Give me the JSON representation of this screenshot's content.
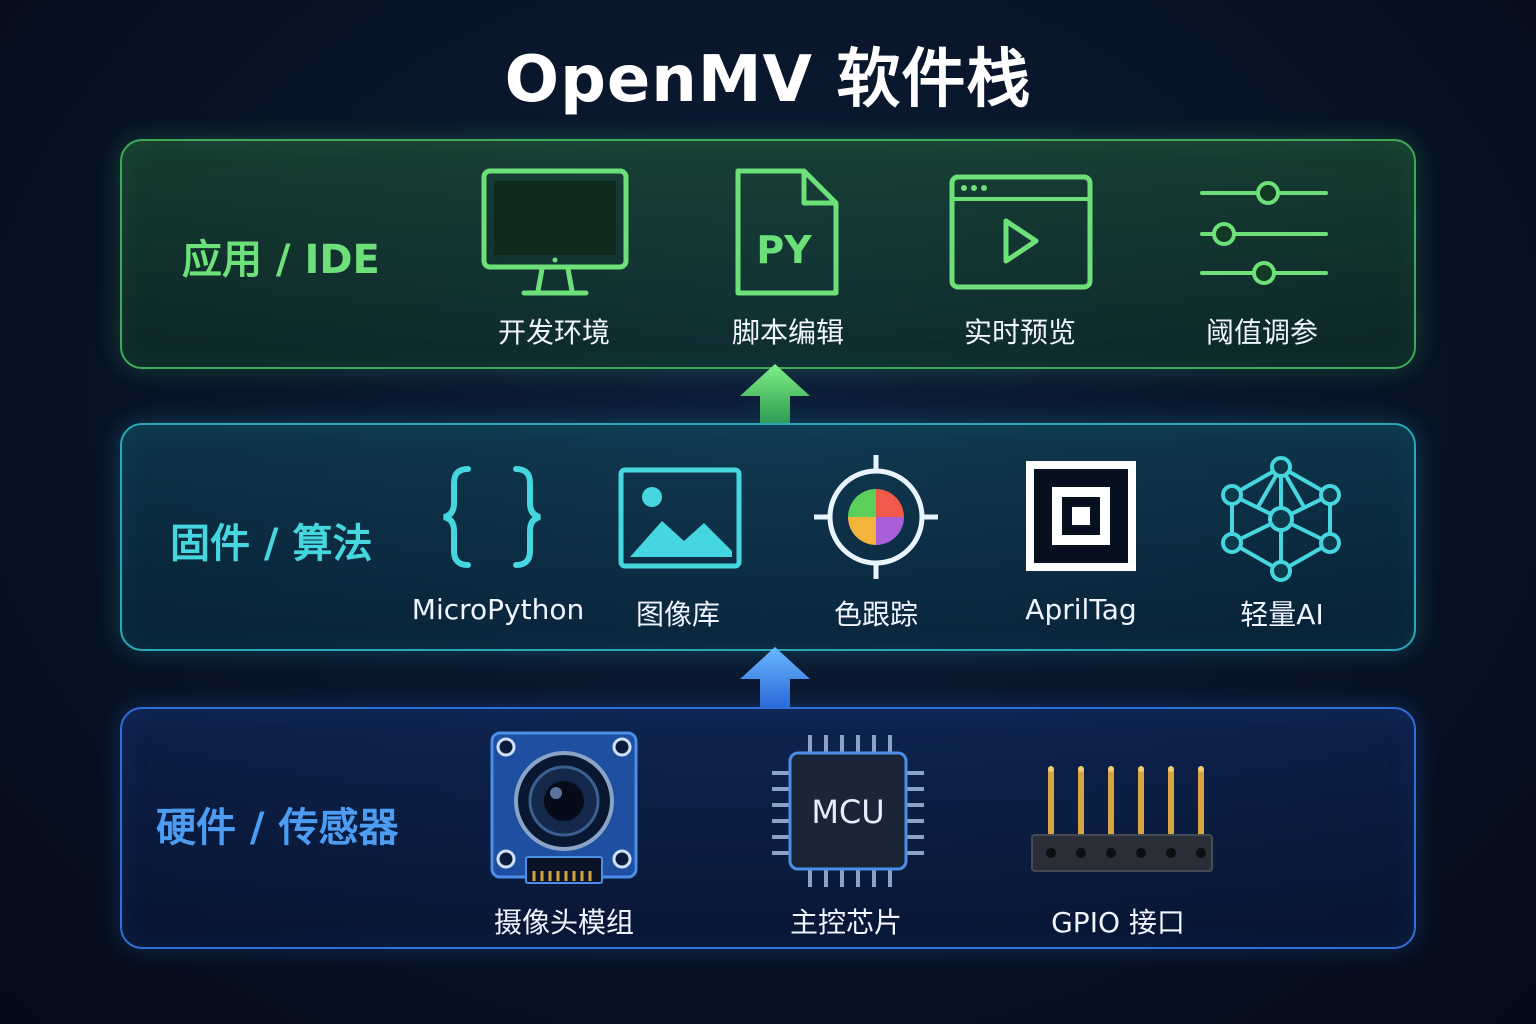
{
  "title": "OpenMV 软件栈",
  "layers": {
    "app": {
      "label": "应用 / IDE",
      "items": [
        {
          "label": "开发环境",
          "icon": "monitor-icon"
        },
        {
          "label": "脚本编辑",
          "icon": "python-file-icon",
          "icon_text": "PY"
        },
        {
          "label": "实时预览",
          "icon": "video-preview-icon"
        },
        {
          "label": "阈值调参",
          "icon": "sliders-icon"
        }
      ]
    },
    "firmware": {
      "label": "固件 / 算法",
      "items": [
        {
          "label": "MicroPython",
          "icon": "braces-icon"
        },
        {
          "label": "图像库",
          "icon": "image-icon"
        },
        {
          "label": "色跟踪",
          "icon": "crosshair-color-icon"
        },
        {
          "label": "AprilTag",
          "icon": "apriltag-icon"
        },
        {
          "label": "轻量AI",
          "icon": "neural-network-icon"
        }
      ]
    },
    "hardware": {
      "label": "硬件 / 传感器",
      "items": [
        {
          "label": "摄像头模组",
          "icon": "camera-module-icon"
        },
        {
          "label": "主控芯片",
          "icon": "mcu-chip-icon",
          "icon_text": "MCU"
        },
        {
          "label": "GPIO 接口",
          "icon": "pin-header-icon"
        }
      ]
    }
  },
  "colors": {
    "app": "#6ee07a",
    "firmware": "#46d6e0",
    "hardware": "#4c9cf2"
  }
}
